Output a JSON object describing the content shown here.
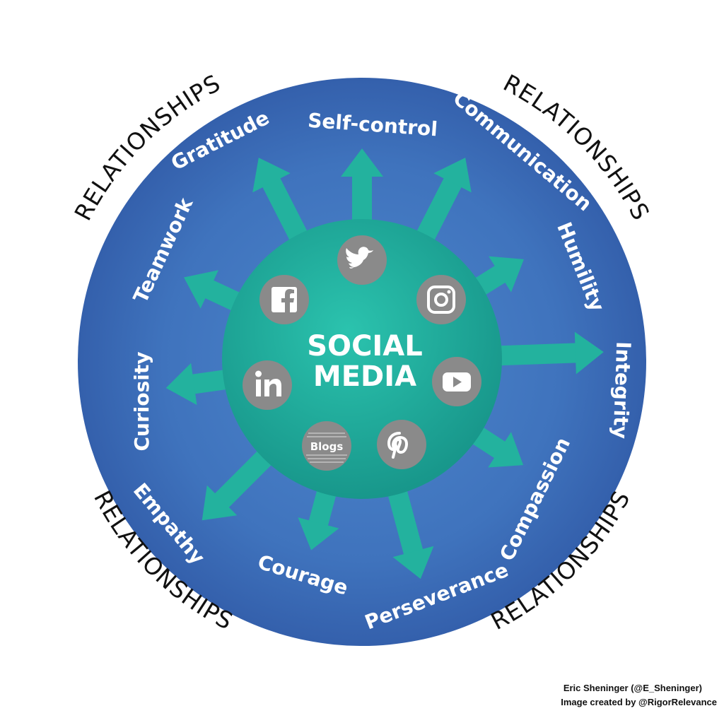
{
  "diagram": {
    "center_label_line1": "SOCIAL",
    "center_label_line2": "MEDIA",
    "outer_ring_label": "RELATIONSHIPS",
    "traits": [
      "Gratitude",
      "Self-control",
      "Communication",
      "Humility",
      "Integrity",
      "Compassion",
      "Perseverance",
      "Courage",
      "Empathy",
      "Curiosity",
      "Teamwork"
    ],
    "platforms": [
      {
        "name": "twitter",
        "icon": "twitter-icon"
      },
      {
        "name": "instagram",
        "icon": "instagram-icon"
      },
      {
        "name": "youtube",
        "icon": "youtube-icon"
      },
      {
        "name": "pinterest",
        "icon": "pinterest-icon"
      },
      {
        "name": "blogs",
        "icon": "blogs-icon",
        "label": "Blogs"
      },
      {
        "name": "linkedin",
        "icon": "linkedin-icon"
      },
      {
        "name": "facebook",
        "icon": "facebook-icon"
      }
    ]
  },
  "credits": {
    "line1": "Eric Sheninger (@E_Sheninger)",
    "line2": "Image created by @RigorRelevance"
  },
  "colors": {
    "outer_circle": "#3a68b4",
    "outer_circle_light": "#4d86cc",
    "center": "#1ea89a",
    "center_light": "#26c0ac",
    "arrow": "#23b29e",
    "icon_bg": "#8a8a8a",
    "text_light": "#ffffff",
    "text_dark": "#111111"
  }
}
